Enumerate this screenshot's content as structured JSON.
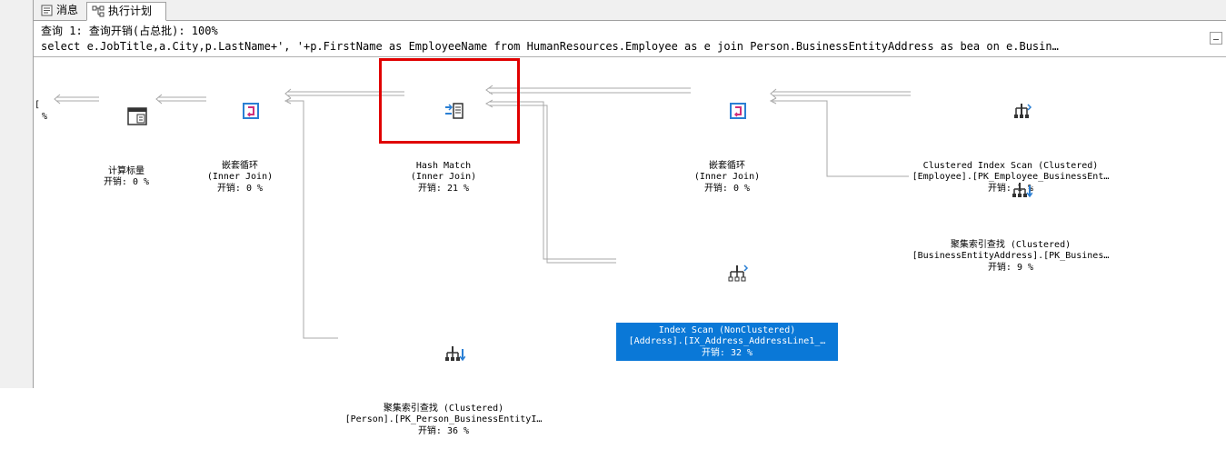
{
  "tabs": [
    {
      "label": "消息",
      "icon": "messages-icon"
    },
    {
      "label": "执行计划",
      "icon": "execution-plan-icon",
      "active": true
    }
  ],
  "header": {
    "query_line": "查询 1: 查询开销(占总批): 100%",
    "sql_line": "select e.JobTitle,a.City,p.LastName+', '+p.FirstName as EmployeeName from HumanResources.Employee as e join Person.BusinessEntityAddress as bea on e.Busin…"
  },
  "clipped": {
    "line1": "[",
    "line2": "%"
  },
  "nodes": {
    "compute_scalar": {
      "icon": "compute-scalar-icon",
      "line1": "计算标量",
      "line2": "",
      "line3": "开销: 0 %"
    },
    "nested_loops_1": {
      "icon": "nested-loops-icon",
      "line1": "嵌套循环",
      "line2": "(Inner Join)",
      "line3": "开销: 0 %"
    },
    "hash_match": {
      "icon": "hash-match-icon",
      "line1": "Hash Match",
      "line2": "(Inner Join)",
      "line3": "开销: 21 %"
    },
    "nested_loops_2": {
      "icon": "nested-loops-icon",
      "line1": "嵌套循环",
      "line2": "(Inner Join)",
      "line3": "开销: 0 %"
    },
    "clustered_index_scan": {
      "icon": "clustered-index-scan-icon",
      "line1": "Clustered Index Scan (Clustered)",
      "line2": "[Employee].[PK_Employee_BusinessEnt…",
      "line3": "开销: 1 %"
    },
    "key_lookup_bea": {
      "icon": "key-lookup-icon",
      "line1": "聚集索引查找 (Clustered)",
      "line2": "[BusinessEntityAddress].[PK_Busines…",
      "line3": "开销: 9 %"
    },
    "index_scan_address": {
      "icon": "index-scan-icon",
      "line1": "Index Scan (NonClustered)",
      "line2": "[Address].[IX_Address_AddressLine1_…",
      "line3": "开销: 32 %",
      "selected": true
    },
    "key_lookup_person": {
      "icon": "key-lookup-icon",
      "line1": "聚集索引查找 (Clustered)",
      "line2": "[Person].[PK_Person_BusinessEntityI…",
      "line3": "开销: 36 %"
    }
  }
}
